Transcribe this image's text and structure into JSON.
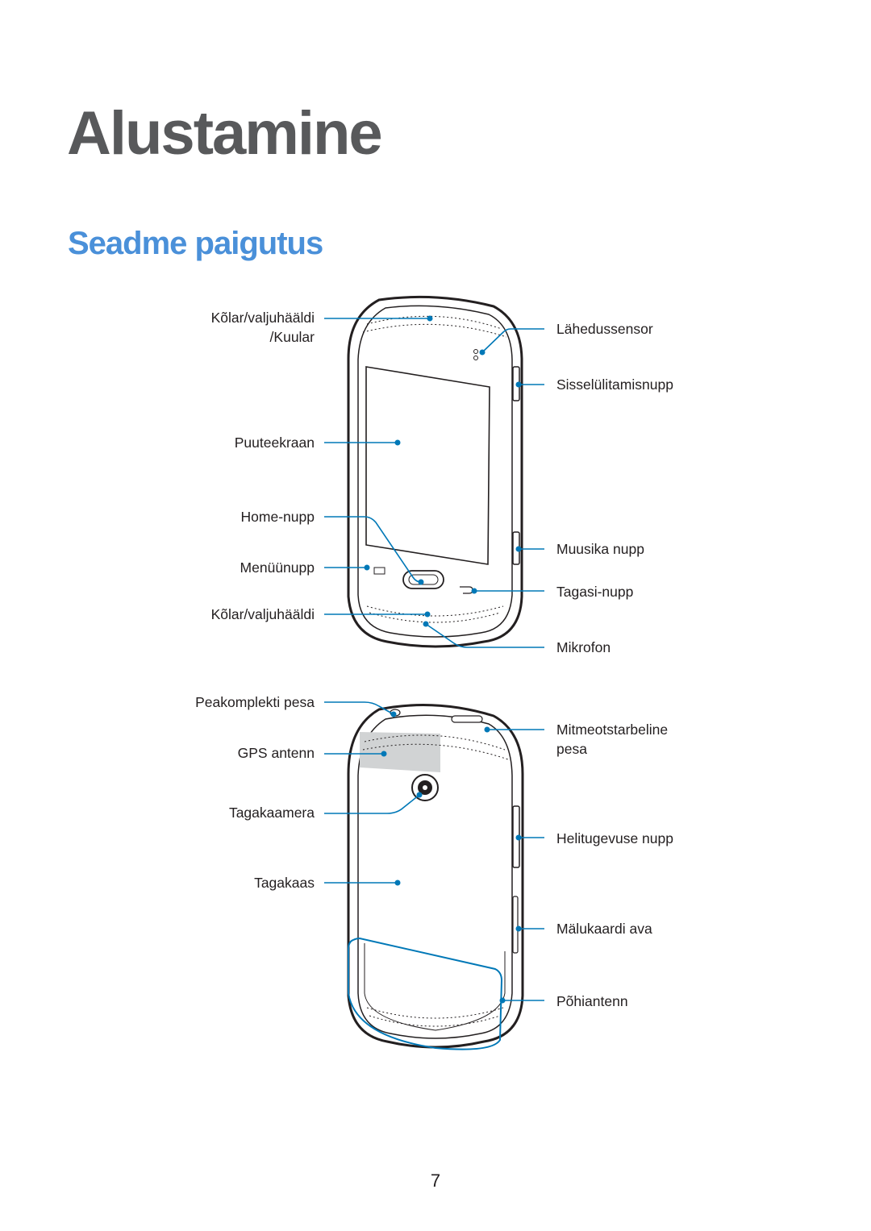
{
  "chapter_title": "Alustamine",
  "section_title": "Seadme paigutus",
  "front_labels": {
    "earpiece_line1": "Kõlar/valjuhääldi",
    "earpiece_line2": "/Kuular",
    "touchscreen": "Puuteekraan",
    "home_key": "Home-nupp",
    "menu_key": "Menüünupp",
    "speaker": "Kõlar/valjuhääldi",
    "proximity_sensor": "Lähedussensor",
    "power_key": "Sisselülitamisnupp",
    "music_key": "Muusika nupp",
    "back_key": "Tagasi-nupp",
    "microphone": "Mikrofon"
  },
  "back_labels": {
    "headset_jack": "Peakomplekti pesa",
    "gps_antenna": "GPS antenn",
    "rear_camera": "Tagakaamera",
    "back_cover": "Tagakaas",
    "multipurpose_jack_line1": "Mitmeotstarbeline",
    "multipurpose_jack_line2": "pesa",
    "volume_key": "Helitugevuse nupp",
    "memory_card_slot": "Mälukaardi ava",
    "main_antenna": "Põhiantenn"
  },
  "page_number": "7",
  "colors": {
    "chapter_title": "#58595b",
    "section_title": "#4a90d9",
    "callout": "#0078b7"
  }
}
